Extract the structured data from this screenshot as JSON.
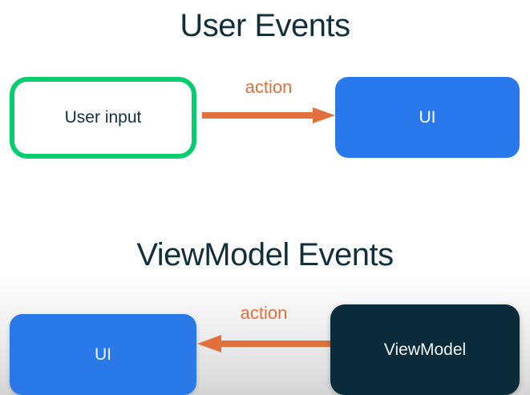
{
  "diagram": {
    "colors": {
      "green_border": "#05ce6f",
      "blue_box": "#2979ed",
      "orange_arrow": "#e2703c",
      "navy_box": "#0a2b3a",
      "title_text": "#12303c",
      "background": "#ffffff"
    },
    "sections": [
      {
        "title": "User Events",
        "nodes": {
          "source_label": "User input",
          "target_label": "UI"
        },
        "arrow": {
          "label": "action",
          "direction": "right"
        }
      },
      {
        "title": "ViewModel Events",
        "nodes": {
          "source_label": "ViewModel",
          "target_label": "UI"
        },
        "arrow": {
          "label": "action",
          "direction": "left"
        }
      }
    ]
  }
}
